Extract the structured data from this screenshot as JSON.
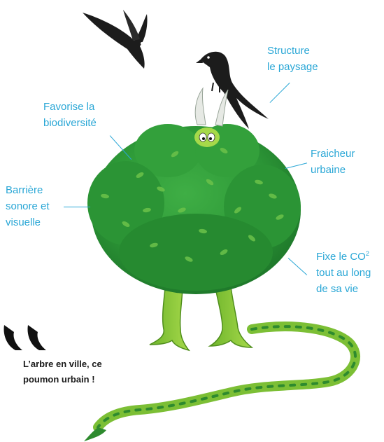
{
  "labels": {
    "structure": {
      "line1": "Structure",
      "line2": "le paysage"
    },
    "biodiversite": {
      "line1": "Favorise la",
      "line2": "biodiversité"
    },
    "fraicheur": {
      "line1": "Fraicheur",
      "line2": "urbaine"
    },
    "barriere": {
      "line1": "Barrière",
      "line2": "sonore et",
      "line3": "visuelle"
    },
    "co2": {
      "line1_text": "Fixe le CO",
      "line1_sup": "2",
      "line2": "tout au long",
      "line3": "de sa vie"
    }
  },
  "quote": {
    "line1": "L’arbre en ville, ce",
    "line2": "poumon urbain !"
  },
  "colors": {
    "label": "#2aa7d6",
    "foliage_dark": "#1f7a2b",
    "foliage_mid": "#2e9a38",
    "foliage_light": "#6cc24a",
    "creature_body": "#8cc63f",
    "bird": "#1c1c1c",
    "quote_mark": "#111111"
  },
  "icons": [
    "swallow-flying-icon",
    "swallow-perched-icon",
    "tree-creature-illustration",
    "quote-mark-icon"
  ]
}
